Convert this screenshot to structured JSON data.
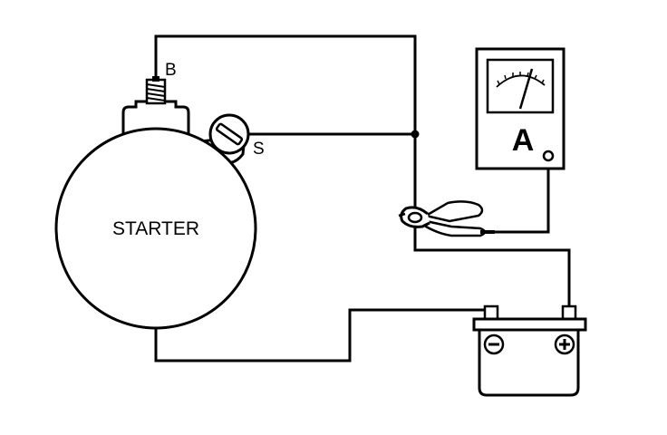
{
  "labels": {
    "starter": "STARTER",
    "b_terminal": "B",
    "s_terminal": "S",
    "ammeter": "A",
    "battery_negative": "−",
    "battery_positive": "+"
  },
  "components": {
    "starter": "starter",
    "ammeter": "ammeter",
    "battery": "battery",
    "clamp": "inductive-clamp"
  }
}
